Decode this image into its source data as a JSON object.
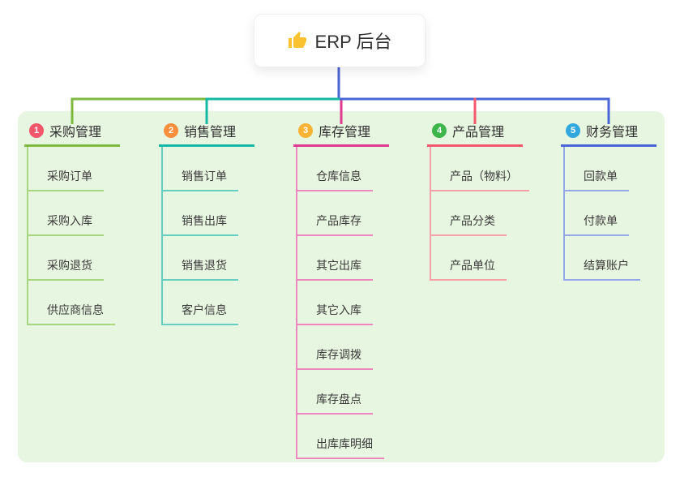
{
  "root": {
    "label": "ERP 后台",
    "icon": "thumbs-up-icon",
    "icon_color": "#f9c22e",
    "connector_color": "#4a63d3"
  },
  "panel": {
    "background": "#e7f6e0"
  },
  "branches": [
    {
      "number": "1",
      "label": "采购管理",
      "badge_color": "#f2566a",
      "line_color": "#7cb93e",
      "child_line_color": "#a7d580",
      "children": [
        "采购订单",
        "采购入库",
        "采购退货",
        "供应商信息"
      ]
    },
    {
      "number": "2",
      "label": "销售管理",
      "badge_color": "#f98e3d",
      "line_color": "#14b8a3",
      "child_line_color": "#67cfc2",
      "children": [
        "销售订单",
        "销售出库",
        "销售退货",
        "客户信息"
      ]
    },
    {
      "number": "3",
      "label": "库存管理",
      "badge_color": "#f9b234",
      "line_color": "#e03a90",
      "child_line_color": "#ee87bd",
      "children": [
        "仓库信息",
        "产品库存",
        "其它出库",
        "其它入库",
        "库存调拨",
        "库存盘点",
        "出库库明细"
      ]
    },
    {
      "number": "4",
      "label": "产品管理",
      "badge_color": "#3cb54a",
      "line_color": "#f4586b",
      "child_line_color": "#f7a0a8",
      "children": [
        "产品（物料）",
        "产品分类",
        "产品单位"
      ]
    },
    {
      "number": "5",
      "label": "财务管理",
      "badge_color": "#30a8dd",
      "line_color": "#4a66d6",
      "child_line_color": "#95a9ea",
      "children": [
        "回款单",
        "付款单",
        "结算账户"
      ]
    }
  ]
}
